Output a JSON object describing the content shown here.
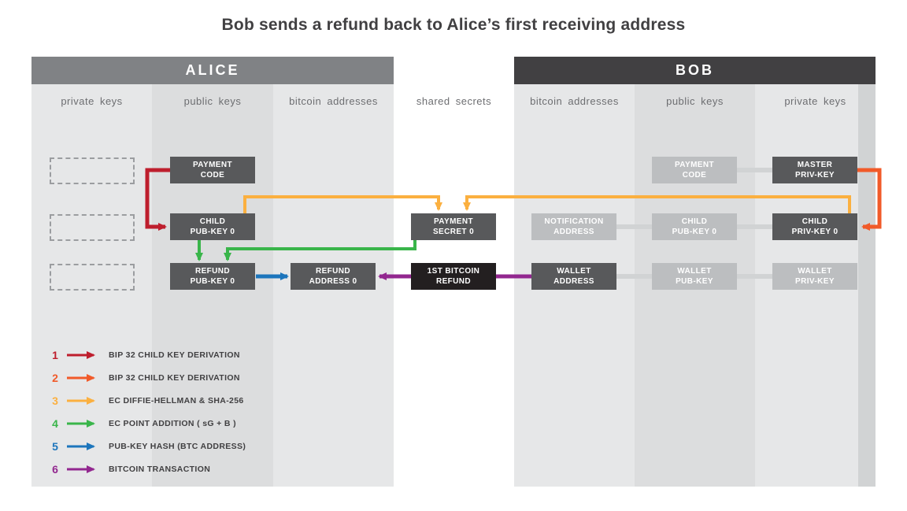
{
  "title": "Bob sends a refund back to Alice’s first receiving address",
  "alice": {
    "title": "ALICE",
    "columns": [
      "private keys",
      "public keys",
      "bitcoin addresses"
    ]
  },
  "bob": {
    "title": "BOB",
    "columns": [
      "bitcoin addresses",
      "public keys",
      "private keys"
    ]
  },
  "shared_column_label": "shared secrets",
  "boxes": {
    "alice_payment_code": {
      "line1": "PAYMENT",
      "line2": "CODE"
    },
    "alice_child_pubkey": {
      "line1": "CHILD",
      "line2": "PUB-KEY 0"
    },
    "alice_refund_pubkey": {
      "line1": "REFUND",
      "line2": "PUB-KEY 0"
    },
    "alice_refund_address": {
      "line1": "REFUND",
      "line2": "ADDRESS 0"
    },
    "payment_secret": {
      "line1": "PAYMENT",
      "line2": "SECRET 0"
    },
    "bitcoin_refund": {
      "line1": "1ST BITCOIN",
      "line2": "REFUND"
    },
    "bob_notification_address": {
      "line1": "NOTIFICATION",
      "line2": "ADDRESS"
    },
    "bob_payment_code": {
      "line1": "PAYMENT",
      "line2": "CODE"
    },
    "bob_child_pubkey": {
      "line1": "CHILD",
      "line2": "PUB-KEY 0"
    },
    "bob_master_privkey": {
      "line1": "MASTER",
      "line2": "PRIV-KEY"
    },
    "bob_child_privkey": {
      "line1": "CHILD",
      "line2": "PRIV-KEY 0"
    },
    "bob_wallet_address": {
      "line1": "WALLET",
      "line2": "ADDRESS"
    },
    "bob_wallet_pubkey": {
      "line1": "WALLET",
      "line2": "PUB-KEY"
    },
    "bob_wallet_privkey": {
      "line1": "WALLET",
      "line2": "PRIV-KEY"
    }
  },
  "legend": [
    {
      "num": "1",
      "label": "BIP 32 CHILD KEY DERIVATION",
      "color": "#be1e2d"
    },
    {
      "num": "2",
      "label": "BIP 32 CHILD KEY DERIVATION",
      "color": "#f15a29"
    },
    {
      "num": "3",
      "label": "EC DIFFIE-HELLMAN & SHA-256",
      "color": "#fbb040"
    },
    {
      "num": "4",
      "label": "EC POINT ADDITION ( sG + B )",
      "color": "#39b54a"
    },
    {
      "num": "5",
      "label": "PUB-KEY HASH (BTC ADDRESS)",
      "color": "#1c75bc"
    },
    {
      "num": "6",
      "label": "BITCOIN TRANSACTION",
      "color": "#92278f"
    }
  ],
  "colors": {
    "red": "#be1e2d",
    "orange": "#f15a29",
    "yellow": "#fbb040",
    "green": "#39b54a",
    "blue": "#1c75bc",
    "purple": "#92278f",
    "connector_gray": "#d1d3d4",
    "box_dark": "#58595b",
    "box_light": "#bcbec0",
    "box_black": "#231f20",
    "alice_header": "#808285",
    "bob_header": "#414042"
  }
}
